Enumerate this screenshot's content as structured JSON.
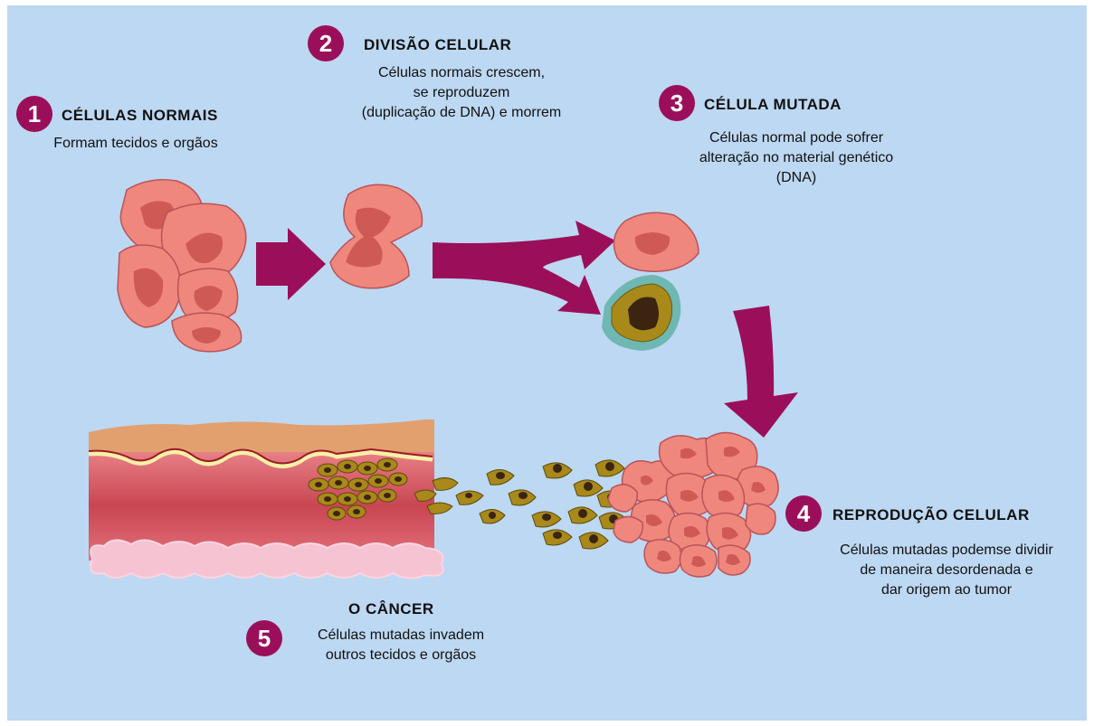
{
  "steps": [
    {
      "number": "1",
      "title": "CÉLULAS NORMAIS",
      "lines": [
        "Formam tecidos e orgãos"
      ]
    },
    {
      "number": "2",
      "title": "DIVISÃO CELULAR",
      "lines": [
        "Células normais crescem,",
        "se reproduzem",
        "(duplicação de DNA) e morrem"
      ]
    },
    {
      "number": "3",
      "title": "CÉLULA MUTADA",
      "lines": [
        "Células normal pode sofrer",
        "alteração no material genético",
        "(DNA)"
      ]
    },
    {
      "number": "4",
      "title": "REPRODUÇÃO CELULAR",
      "lines": [
        "Células mutadas podemse dividir",
        "de maneira desordenada e",
        "dar origem ao tumor"
      ]
    },
    {
      "number": "5",
      "title": "O CÂNCER",
      "lines": [
        "Células mutadas invadem",
        "outros tecidos e orgãos"
      ]
    }
  ],
  "colors": {
    "background": "#bdd8f2",
    "badge": "#9b0f5a",
    "arrow": "#9b0f5a",
    "normal_cell": "#f0877c",
    "normal_nucleus": "#cf5a55",
    "mutated_cell": "#a8891a",
    "mutated_nucleus": "#3b2410",
    "mutated_halo": "#6fb7b3",
    "tissue_top": "#e3a06f",
    "tissue_muscle": "#d2525d",
    "tissue_fat": "#f6c3d3"
  }
}
